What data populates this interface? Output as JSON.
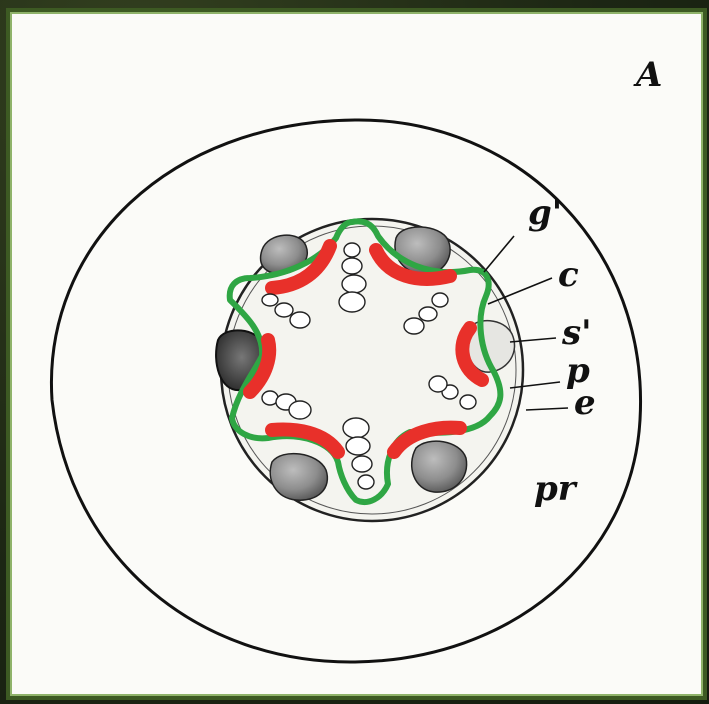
{
  "figure": {
    "panel_letter": "A",
    "labels": {
      "g1": "g'",
      "c": "c",
      "s1": "s'",
      "p": "p",
      "e": "e",
      "pr": "pr"
    }
  },
  "highlight_colors": {
    "endodermis_outline": "#2fa644",
    "phloem_band": "#e8302a"
  }
}
